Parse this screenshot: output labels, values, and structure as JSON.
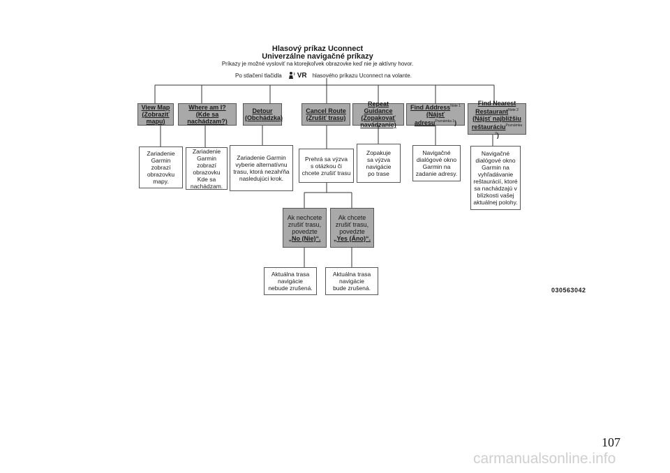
{
  "header": {
    "title": "Hlasový príkaz Uconnect",
    "subtitle": "Univerzálne navigačné príkazy",
    "note": "Príkazy je možné vysloviť na ktorejkoľvek obrazovke keď nie je aktívny hovor.",
    "press_prefix": "Po stlačení tlačidla",
    "vr_label": "VR",
    "press_suffix": "hlasového príkazu Uconnect na volante."
  },
  "commands": [
    {
      "lines": [
        "View Map",
        "(Zobraziť",
        "mapu)"
      ]
    },
    {
      "lines": [
        "Where am I?",
        "(Kde sa",
        "nachádzam?)"
      ]
    },
    {
      "lines": [
        "Detour",
        "(Obchádzka)"
      ]
    },
    {
      "lines": [
        "Cancel Route",
        "(Zrušiť trasu)"
      ]
    },
    {
      "lines": [
        "Repeat Guidance",
        "(Zopakovať",
        "navádzanie)"
      ]
    },
    {
      "line1": "Find Address",
      "note1": "Note 1",
      "line2": "(Nájsť",
      "line3": "adresu",
      "note3": "Poznámka 1",
      "line3_end": ")"
    },
    {
      "line1": "Find Nearest",
      "line2": "Restaurant",
      "note2": "Note 2",
      "line3": "(Nájsť najbližšiu",
      "line4": "reštauráciu",
      "note4": "Poznámka 2",
      "line4_end": ")"
    }
  ],
  "results": [
    {
      "lines": [
        "Zariadenie",
        "Garmin zobrazí",
        "obrazovku",
        "mapy."
      ]
    },
    {
      "lines": [
        "Zariadenie",
        "Garmin zobrazí",
        "obrazovku",
        "Kde sa",
        "nachádzam."
      ]
    },
    {
      "lines": [
        "Zariadenie Garmin",
        "vyberie alternatívnu",
        "trasu, ktorá nezahŕňa",
        "nasledujúci krok."
      ]
    },
    {
      "lines": [
        "Prehrá sa výzva",
        "s otázkou či",
        "chcete zrušiť trasu"
      ]
    },
    {
      "lines": [
        "Zopakuje",
        "sa výzva",
        "navigácie",
        "po trase"
      ]
    },
    {
      "lines": [
        "Navigačné",
        "dialógové okno",
        "Garmin na",
        "zadanie adresy."
      ]
    },
    {
      "lines": [
        "Navigačné",
        "dialógové okno",
        "Garmin na",
        "vyhľadávanie",
        "reštaurácií, ktoré",
        "sa nachádzajú v",
        "blízkosti vašej",
        "aktuálnej polohy."
      ]
    }
  ],
  "answers": [
    {
      "lines": [
        "Ak nechcete",
        "zrušiť trasu,",
        "povedzte"
      ],
      "answer": "„No (Nie)“."
    },
    {
      "lines": [
        "Ak chcete",
        "zrušiť trasu,",
        "povedzte"
      ],
      "answer": "„Yes (Áno)“."
    }
  ],
  "outcomes": [
    {
      "lines": [
        "Aktuálna trasa",
        "navigácie",
        "nebude zrušená."
      ]
    },
    {
      "lines": [
        "Aktuálna trasa",
        "navigácie",
        "bude zrušená."
      ]
    }
  ],
  "figure_code": "030563042",
  "page_number": "107",
  "watermark": "carmanualsonline.info"
}
